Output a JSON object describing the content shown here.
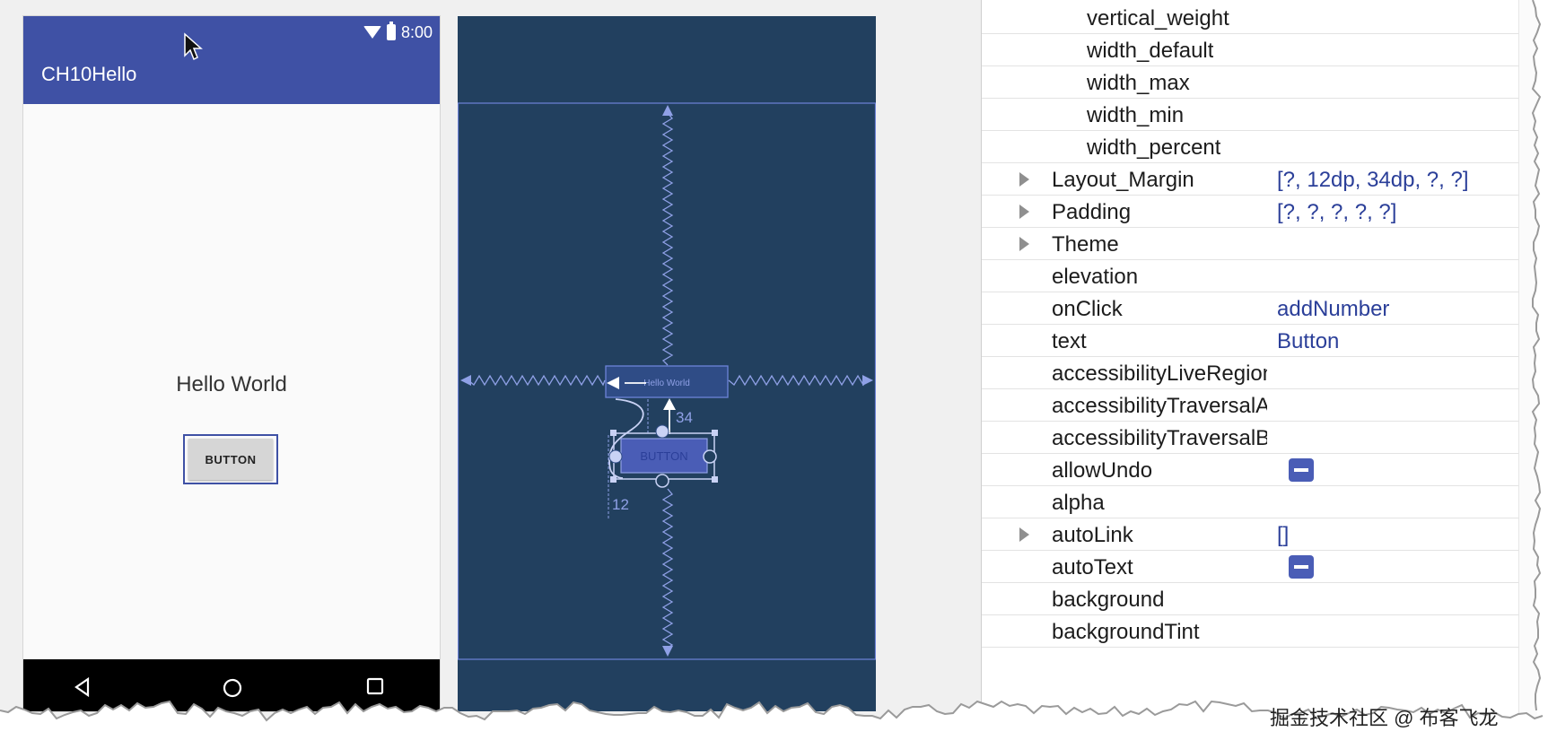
{
  "device": {
    "status_time": "8:00",
    "app_title": "CH10Hello",
    "hello_text": "Hello World",
    "button_label": "BUTTON"
  },
  "blueprint": {
    "textview_label": "Hello World",
    "button_label": "BUTTON",
    "margin_top_label": "34",
    "margin_left_label": "12"
  },
  "properties": {
    "rows": [
      {
        "name": "vertical_weight",
        "indent": true,
        "expandable": false
      },
      {
        "name": "width_default",
        "indent": true,
        "expandable": false
      },
      {
        "name": "width_max",
        "indent": true,
        "expandable": false
      },
      {
        "name": "width_min",
        "indent": true,
        "expandable": false
      },
      {
        "name": "width_percent",
        "indent": true,
        "expandable": false
      },
      {
        "name": "Layout_Margin",
        "indent": false,
        "expandable": true,
        "value": "[?, 12dp, 34dp, ?, ?]"
      },
      {
        "name": "Padding",
        "indent": false,
        "expandable": true,
        "value": "[?, ?, ?, ?, ?]"
      },
      {
        "name": "Theme",
        "indent": false,
        "expandable": true
      },
      {
        "name": "elevation",
        "indent": false,
        "expandable": false
      },
      {
        "name": "onClick",
        "indent": false,
        "expandable": false,
        "value": "addNumber"
      },
      {
        "name": "text",
        "indent": false,
        "expandable": false,
        "value": "Button"
      },
      {
        "name": "accessibilityLiveRegion",
        "indent": false,
        "expandable": false
      },
      {
        "name": "accessibilityTraversalAfter",
        "indent": false,
        "expandable": false
      },
      {
        "name": "accessibilityTraversalBefore",
        "indent": false,
        "expandable": false
      },
      {
        "name": "allowUndo",
        "indent": false,
        "expandable": false,
        "flag": "indeterminate"
      },
      {
        "name": "alpha",
        "indent": false,
        "expandable": false
      },
      {
        "name": "autoLink",
        "indent": false,
        "expandable": true,
        "value": "[]"
      },
      {
        "name": "autoText",
        "indent": false,
        "expandable": false,
        "flag": "indeterminate"
      },
      {
        "name": "background",
        "indent": false,
        "expandable": false
      },
      {
        "name": "backgroundTint",
        "indent": false,
        "expandable": false
      }
    ]
  },
  "watermark": "掘金技术社区 @ 布客飞龙",
  "colors": {
    "app_bar": "#3f51a5",
    "blueprint_bg": "#22405f",
    "blueprint_line": "#8fa0e6",
    "value_blue": "#2b3f99"
  }
}
